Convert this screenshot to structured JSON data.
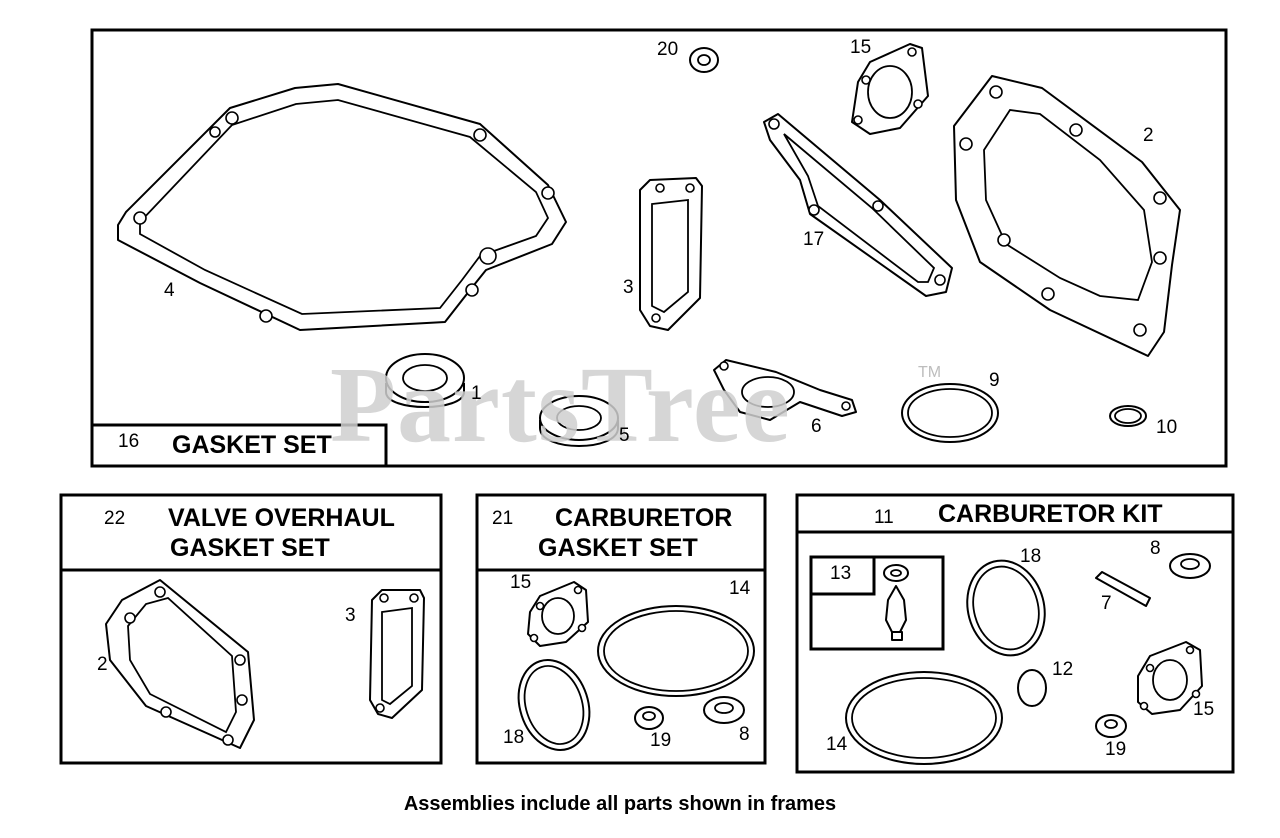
{
  "watermark": {
    "text": "PartsTree",
    "tm": "TM"
  },
  "footer_note": "Assemblies include all parts shown in frames",
  "frames": {
    "gasket_set": {
      "number": "16",
      "title": "GASKET SET"
    },
    "valve_overhaul": {
      "number": "22",
      "title_line1": "VALVE OVERHAUL",
      "title_line2": "GASKET SET"
    },
    "carb_gasket": {
      "number": "21",
      "title_line1": "CARBURETOR",
      "title_line2": "GASKET SET"
    },
    "carb_kit": {
      "number": "11",
      "title": "CARBURETOR KIT",
      "sub_number": "13"
    }
  },
  "callouts": {
    "main": {
      "c20": "20",
      "c15": "15",
      "c2": "2",
      "c4": "4",
      "c3": "3",
      "c17": "17",
      "c1": "1",
      "c5": "5",
      "c6": "6",
      "c9": "9",
      "c10": "10"
    },
    "valve": {
      "c2": "2",
      "c3": "3"
    },
    "carb_gasket": {
      "c15": "15",
      "c14": "14",
      "c18": "18",
      "c19": "19",
      "c8": "8"
    },
    "carb_kit": {
      "c18": "18",
      "c8": "8",
      "c7": "7",
      "c12": "12",
      "c14": "14",
      "c15": "15",
      "c19": "19"
    }
  }
}
